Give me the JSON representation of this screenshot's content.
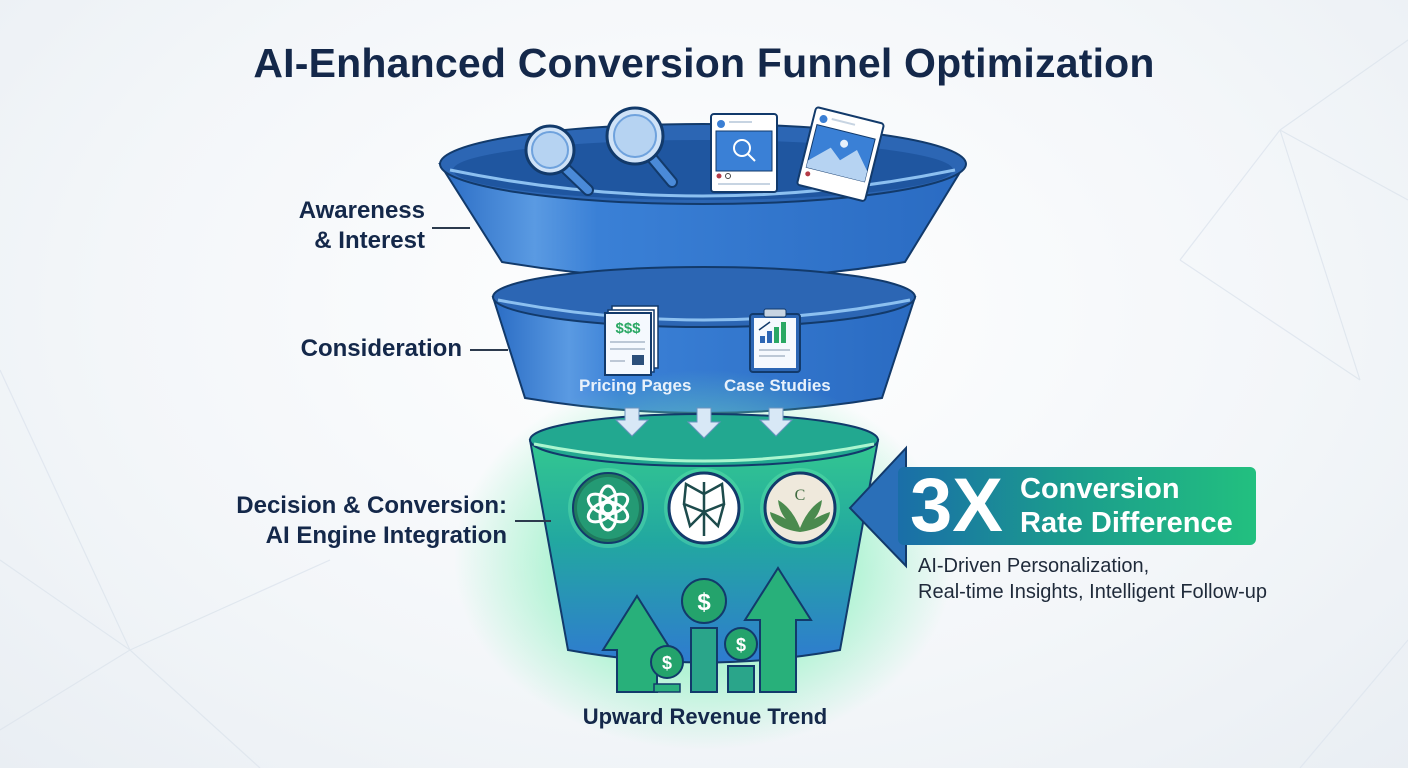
{
  "title": "AI-Enhanced Conversion Funnel Optimization",
  "colors": {
    "title_text": "#14284a",
    "funnel_blue": "#2f76cf",
    "funnel_blue_dark": "#1f5ba8",
    "funnel_green": "#2fc48a",
    "accent_green": "#22c07f",
    "arrow_light": "#d8e8f6"
  },
  "stages": [
    {
      "label_line1": "Awareness",
      "label_line2": "& Interest",
      "icons": [
        "magnifying-glass-icon",
        "magnifying-glass-icon",
        "social-post-search-icon",
        "social-post-image-icon"
      ]
    },
    {
      "label": "Consideration",
      "items": [
        {
          "icon": "pricing-document-icon",
          "caption": "Pricing Pages",
          "icon_text": "$$$"
        },
        {
          "icon": "clipboard-chart-icon",
          "caption": "Case Studies"
        }
      ]
    },
    {
      "label_line1": "Decision & Conversion:",
      "label_line2": "AI Engine Integration",
      "engines": [
        {
          "icon": "openai-logo-icon"
        },
        {
          "icon": "perplexity-logo-icon"
        },
        {
          "icon": "leaf-c-logo-icon",
          "letter": "C"
        }
      ]
    }
  ],
  "revenue": {
    "caption": "Upward Revenue Trend",
    "coin_symbol": "$"
  },
  "stat": {
    "multiplier": "3X",
    "line1": "Conversion",
    "line2": "Rate Difference",
    "sub_line1": "AI-Driven Personalization,",
    "sub_line2": "Real-time Insights, Intelligent Follow-up"
  }
}
